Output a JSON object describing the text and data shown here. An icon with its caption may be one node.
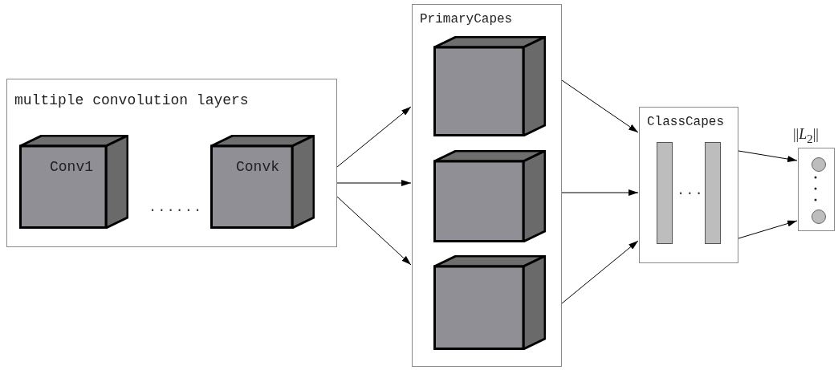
{
  "diagram": {
    "nodes": [
      {
        "text": [
          "multiple convolution layers"
        ]
      },
      {
        "text": [
          "Conv1"
        ],
        "in": 0
      },
      {
        "text": [
          "Convk"
        ],
        "in": 0
      },
      {
        "text": [
          "PrimaryCapes"
        ]
      },
      {
        "text": [],
        "shape": "cube",
        "in": 3
      },
      {
        "text": [],
        "shape": "cube",
        "in": 3
      },
      {
        "text": [],
        "shape": "cube",
        "in": 3
      },
      {
        "text": [
          "ClassCapes"
        ]
      },
      {
        "text": [],
        "shape": "bar",
        "in": 7
      },
      {
        "text": [],
        "shape": "bar",
        "in": 7
      },
      {
        "text": [
          "||*L*$_{2}$||"
        ]
      },
      {
        "text": [],
        "shape": "circle",
        "in": 10
      },
      {
        "text": [],
        "shape": "circle",
        "in": 10
      }
    ],
    "edges": [
      {
        "from": 0,
        "to": 3,
        "arrow": "to"
      },
      {
        "from": 0,
        "to": 3,
        "arrow": "to"
      },
      {
        "from": 0,
        "to": 3,
        "arrow": "to"
      },
      {
        "from": 3,
        "to": 7,
        "arrow": "to"
      },
      {
        "from": 3,
        "to": 7,
        "arrow": "to"
      },
      {
        "from": 3,
        "to": 7,
        "arrow": "to"
      },
      {
        "from": 7,
        "to": 10,
        "arrow": "to"
      },
      {
        "from": 7,
        "to": 10,
        "arrow": "to"
      }
    ],
    "labels": [
      "......",
      "..."
    ]
  }
}
